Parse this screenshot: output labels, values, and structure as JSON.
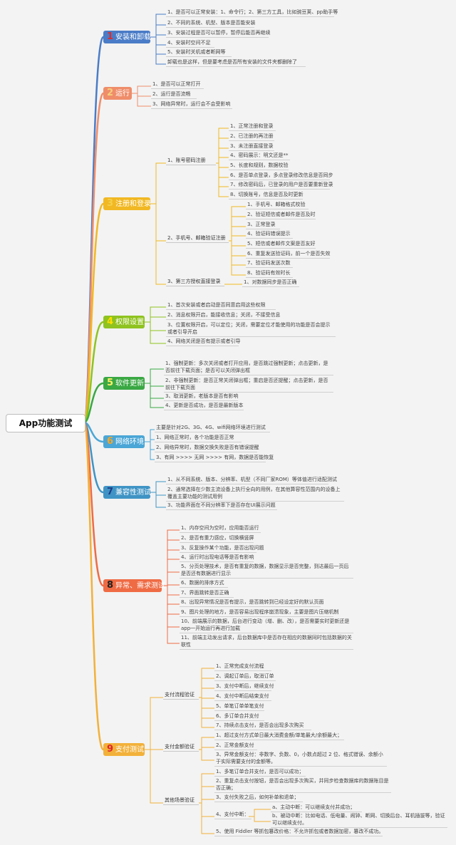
{
  "root": "App功能测试",
  "colors": {
    "c1": "#4a7cc7",
    "c2": "#ef8d6a",
    "c3": "#f1b823",
    "c4": "#8fc31f",
    "c5": "#3aa843",
    "c6": "#4aa6d6",
    "c7": "#3f94c5",
    "c8": "#ef6b44",
    "c9": "#f2b13a"
  },
  "categories": [
    {
      "num": "1",
      "label": "安装和卸载",
      "leaves": [
        "1、是否可以正常安装：1、命令行；2、第三方工具，比如豌豆荚、pp助手等",
        "2、不同的系统、机型、版本是否能安装",
        "3、安装过程是否可以暂停，暂停后能否再继续",
        "4、安装时空间不足",
        "5、安装时关机或者断网等",
        "卸载也是这样，但是要考虑是否所有安装的文件夹都删除了"
      ]
    },
    {
      "num": "2",
      "label": "运行",
      "leaves": [
        "1、是否可以正常打开",
        "2、运行是否流畅",
        "3、网络异常时，运行会不会受影响"
      ]
    },
    {
      "num": "3",
      "label": "注册和登录",
      "subs": [
        {
          "label": "1、账号密码注册",
          "leaves": [
            "1、正常注册和登录",
            "2、已注册的再注册",
            "3、未注册直接登录",
            "4、密码展示：明文还是**",
            "5、长度和规则，数据校验",
            "6、是否单点登录，多点登录修改信息是否同步",
            "7、修改密码后，已登录的用户是否要重新登录",
            "8、切换账号，信息是否及时更新"
          ]
        },
        {
          "label": "2、手机号、邮箱验证注册",
          "leaves": [
            "1、手机号、邮箱格式校验",
            "2、验证短信或者邮件是否及时",
            "3、正常登录",
            "4、验证码错误提示",
            "5、短信或者邮件文案是否友好",
            "6、重复发送验证码，前一个是否失效",
            "7、验证码发送次数",
            "8、验证码有效时长"
          ]
        },
        {
          "label": "3、第三方授权直接登录",
          "leaves": [
            "1、对数据同步是否正确"
          ]
        }
      ]
    },
    {
      "num": "4",
      "label": "权限设置",
      "leaves": [
        "1、首次安装或者启动是否同意启用这些权限",
        "2、消息权限开启，能接收信息；关闭，不接受信息",
        "3、位置权限开启，可以定位；关闭，需要定位才能使用的功能是否会提示或者引导开启",
        "4、网络关闭是否有提示或者引导"
      ]
    },
    {
      "num": "5",
      "label": "软件更新",
      "leaves": [
        "1、强制更新：多次关闭或者打开应用，是否跳过强制更新；点击更新，是否前往下载页面；是否可以关闭弹出框",
        "2、非强制更新：是否正常关闭弹出框；重启是否还提醒；点击更新，是否前往下载页面",
        "3、取消更新，老版本是否有影响",
        "4、更新是否成功，是否是最新版本"
      ]
    },
    {
      "num": "6",
      "label": "网络环境",
      "leaves": [
        "主要是针对2G、3G、4G、wifi网络环境进行测试",
        "1、网络正常时，各个功能是否正常",
        "2、网络异常时，数据交换失败是否有错误提醒",
        "3、有网 >>>> 无网 >>>> 有网，数据是否能恢复"
      ]
    },
    {
      "num": "7",
      "label": "兼容性测试",
      "leaves": [
        "1、从不同系统、版本、分辨率、机型（不同厂家ROM）等体值进行适配测试",
        "2、通常选择在少数主流设备上执行全向的用例，在其他算容性范围内的设备上覆盖主要功能的测试用例",
        "3、功能界面在不同分辨率下是否存在UI展示问题"
      ]
    },
    {
      "num": "8",
      "label": "异常、需求测试",
      "leaves": [
        "1、内存空间为空时，应用能否运行",
        "2、是否有重力感应，切换横竖屏",
        "3、反复操作某个功能，是否出现问题",
        "4、运行时出现电话等是否有影响",
        "5、分页处理技术，是否有重复的数据，数据显示是否完整，到达最后一页后是否还有数据进行显示",
        "6、数据的排序方式",
        "7、界面跳转是否正确",
        "8、出现异常情况是否有提示，是否跳转到已经设定好的默认页面",
        "9、图片处理的地方，是否容易出现程序崩溃现象，主要是图片压缩机制",
        "10、前端展示的数据，后台进行变动（增、删、改），是否需要实时更新还是app一开始运行再进行加载",
        "11、前端主动发出请求，后台数据库中是否存在相应的数据同时包括数据的关联性"
      ]
    },
    {
      "num": "9",
      "label": "支付测试",
      "subs": [
        {
          "label": "支付流程验证",
          "leaves": [
            "1、正常完成支付流程",
            "2、调起订单后，取消订单",
            "3、支付中断后，继续支付",
            "4、支付中断后结束支付",
            "5、单笔订单单笔支付",
            "6、多订单合并支付",
            "7、持续点击支付，是否会出现多次购买"
          ]
        },
        {
          "label": "支付金额验证",
          "leaves": [
            "1、超过支付方式单日最大消费金额/单笔最大/余额最大；",
            "2、正常金额支付",
            "3、异常金额支付：非数字、负数、0，小数点超过 2 位、格式错误、余额小于实际需要支付的金额等。"
          ]
        },
        {
          "label": "其他场景验证",
          "leaves": [
            "1、多笔订单合并支付，是否可以成功；",
            "2、重复点击支付按钮，是否会出现多次购买，并同步检查数据库的数据账目是否正确；",
            "3、支付失败之后，如何补单和退单；",
            "4、支付中断：",
            "5、使用 Fiddler 等抓包篡改价格：不允许抓包或者数据加密，篡改不成功。"
          ],
          "interrupt": [
            "a、主动中断：可以继续支付并成功；",
            "b、被动中断：比如电话、低电量、闹钟、断网、切换后台、耳机插拔等，验证可以继续支付。"
          ]
        }
      ]
    }
  ]
}
